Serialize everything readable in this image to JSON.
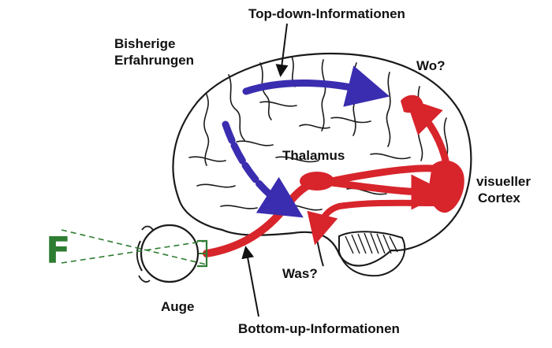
{
  "labels": {
    "top_down": "Top-down-Informationen",
    "prior_line1": "Bisherige",
    "prior_line2": "Erfahrungen",
    "where": "Wo?",
    "thalamus": "Thalamus",
    "visual_cortex_line1": "visueller",
    "visual_cortex_line2": "Cortex",
    "what": "Was?",
    "eye": "Auge",
    "bottom_up": "Bottom-up-Informationen"
  },
  "stimulus_letter": "F",
  "colors": {
    "ink": "#1a1a1a",
    "top_down_arrow": "#3a2db0",
    "bottom_up_arrow": "#d8242b",
    "stimulus": "#2e7d32"
  }
}
